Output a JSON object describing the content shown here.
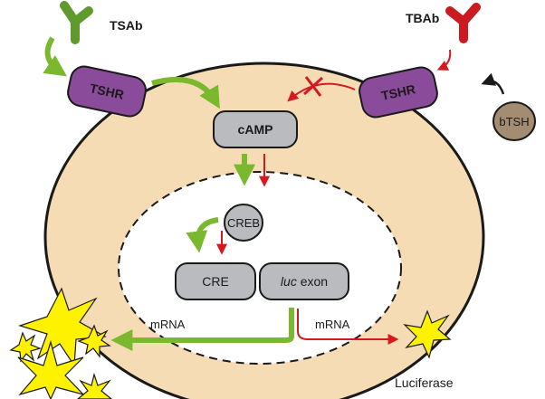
{
  "labels": {
    "tsab": "TSAb",
    "tbab": "TBAb",
    "tshr_left": "TSHR",
    "tshr_right": "TSHR",
    "btsh": "bTSH",
    "camp": "cAMP",
    "creb": "CREB",
    "cre": "CRE",
    "luc": "luc",
    "exon": " exon",
    "mrna_left": "mRNA",
    "mrna_right": "mRNA",
    "luciferase": "Luciferase"
  },
  "colors": {
    "green_arrow": "#7ab82e",
    "red_arrow": "#d6191f",
    "cell_fill": "#f5dcb5",
    "receptor_fill": "#8a4b9a",
    "btsh_fill": "#a48c73",
    "box_fill": "#b9bbbe",
    "star_fill": "#fff200",
    "green_antibody": "#5f9a2e",
    "red_antibody": "#cc1a21"
  },
  "icons": {
    "tsab": "y-antibody-green",
    "tbab": "y-antibody-red",
    "block": "red-x-block-mark",
    "light": "starburst-light"
  }
}
